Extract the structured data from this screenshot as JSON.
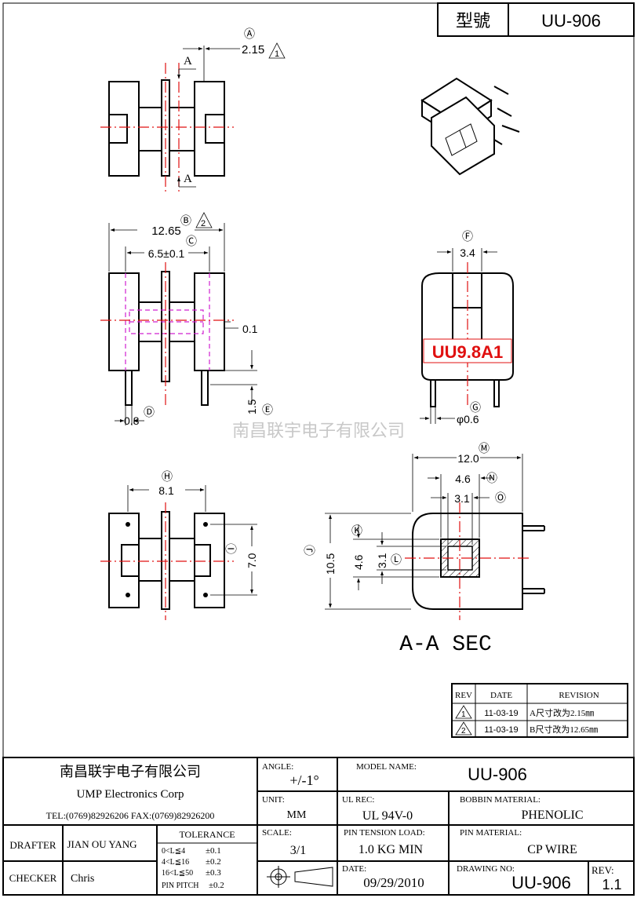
{
  "header": {
    "label": "型號",
    "model": "UU-906"
  },
  "views": {
    "front": {
      "dim_a": "2.15",
      "circle_a": "Ⓐ",
      "tri_a": "1",
      "section_mark": "A"
    },
    "top": {
      "width": "12.65",
      "circle_b": "Ⓑ",
      "tri_b": "2",
      "inner": "6.5±0.1",
      "circle_c": "Ⓒ",
      "gap": "0.1",
      "pin": "0.8",
      "circle_d": "Ⓓ",
      "pin_len": "1.5",
      "circle_e": "Ⓔ"
    },
    "side": {
      "width": "3.4",
      "circle_f": "Ⓕ",
      "label": "UU9.8A1",
      "pin_dia": "φ0.6",
      "circle_g": "Ⓖ"
    },
    "bottom": {
      "width": "8.1",
      "circle_h": "Ⓗ",
      "height": "7.0",
      "circle_i": "Ⓘ"
    },
    "section": {
      "width": "12.0",
      "circle_m": "Ⓜ",
      "w2": "4.6",
      "circle_n": "Ⓝ",
      "w3": "3.1",
      "circle_o": "Ⓞ",
      "h1": "10.5",
      "circle_j": "Ⓙ",
      "h2": "4.6",
      "circle_k": "Ⓚ",
      "h3": "3.1",
      "circle_l": "Ⓛ",
      "title": "A-A  SEC"
    }
  },
  "watermark": "南昌联宇电子有限公司",
  "revision": {
    "headers": [
      "REV",
      "DATE",
      "REVISION"
    ],
    "rows": [
      {
        "rev": "1",
        "date": "11-03-19",
        "text": "A尺寸改为2.15㎜"
      },
      {
        "rev": "2",
        "date": "11-03-19",
        "text": "B尺寸改为12.65㎜"
      }
    ]
  },
  "title_block": {
    "company_cn": "南昌联宇电子有限公司",
    "company_en": "UMP  Electronics  Corp",
    "contact": "TEL:(0769)82926206 FAX:(0769)82926200",
    "angle_label": "ANGLE:",
    "angle": "+/-1°",
    "unit_label": "UNIT:",
    "unit": "MM",
    "scale_label": "SCALE:",
    "scale": "3/1",
    "model_label": "MODEL NAME:",
    "model": "UU-906",
    "ul_label": "UL REC:",
    "ul": "UL 94V-0",
    "bobbin_label": "BOBBIN MATERIAL:",
    "bobbin": "PHENOLIC",
    "pin_tension_label": "PIN TENSION LOAD:",
    "pin_tension": "1.0  KG MIN",
    "pin_material_label": "PIN MATERIAL:",
    "pin_material": "CP  WIRE",
    "drafter_label": "DRAFTER",
    "drafter": "JIAN OU YANG",
    "checker_label": "CHECKER",
    "checker": "Chris",
    "tolerance_label": "TOLERANCE",
    "tolerance": [
      {
        "range": "0<L≦4",
        "tol": "±0.1"
      },
      {
        "range": "4<L≦16",
        "tol": "±0.2"
      },
      {
        "range": "16<L≦50",
        "tol": "±0.3"
      },
      {
        "range": "PIN PITCH",
        "tol": "±0.2"
      }
    ],
    "date_label": "DATE:",
    "date": "09/29/2010",
    "drawing_no_label": "DRAWING NO:",
    "drawing_no": "UU-906",
    "rev_label": "REV:",
    "rev": "1.1"
  }
}
